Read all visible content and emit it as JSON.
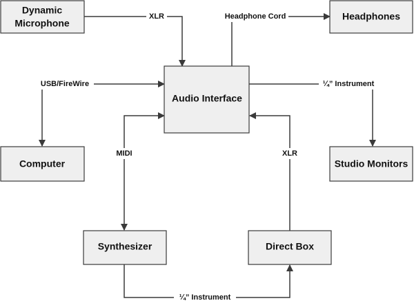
{
  "diagram": {
    "nodes": {
      "mic": {
        "label_line1": "Dynamic",
        "label_line2": "Microphone"
      },
      "headphones": {
        "label": "Headphones"
      },
      "audio_interface": {
        "label": "Audio Interface"
      },
      "computer": {
        "label": "Computer"
      },
      "studio_monitors": {
        "label": "Studio Monitors"
      },
      "synthesizer": {
        "label": "Synthesizer"
      },
      "direct_box": {
        "label": "Direct Box"
      }
    },
    "edges": {
      "mic_to_interface": "XLR",
      "interface_to_headphones": "Headphone Cord",
      "interface_to_computer": "USB/FireWire",
      "interface_to_monitors": "¼” Instrument",
      "interface_synth_midi": "MIDI",
      "directbox_to_interface": "XLR",
      "synth_to_directbox": "¼” Instrument"
    }
  }
}
